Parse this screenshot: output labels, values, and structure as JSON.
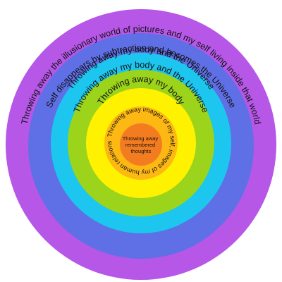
{
  "diagram": {
    "rings": [
      {
        "name": "ring-outer-purple",
        "color": "#b657e8",
        "label": "Throwing away the illusionary world of pictures and my self living inside that world"
      },
      {
        "name": "ring-blue",
        "color": "#5f6fe6",
        "label": "Self disappears by subtraction and becomes the Universe"
      },
      {
        "name": "ring-cyan",
        "color": "#1cc6ee",
        "label": "Throwing away my body and the Universe"
      },
      {
        "name": "ring-green",
        "color": "#9bd41a",
        "label": "Throwing away my body and the Universe"
      },
      {
        "name": "ring-yellow",
        "color": "#fff200",
        "label": "Throwing away my body"
      },
      {
        "name": "ring-amber",
        "color": "#fdb813",
        "label": "Throwing away images of my self, images of my human relationships and my self"
      },
      {
        "name": "ring-center-orange",
        "color": "#f47c20",
        "label": ""
      }
    ],
    "center": {
      "lines": [
        "Throwing away",
        "remembered",
        "thoughts"
      ]
    }
  }
}
